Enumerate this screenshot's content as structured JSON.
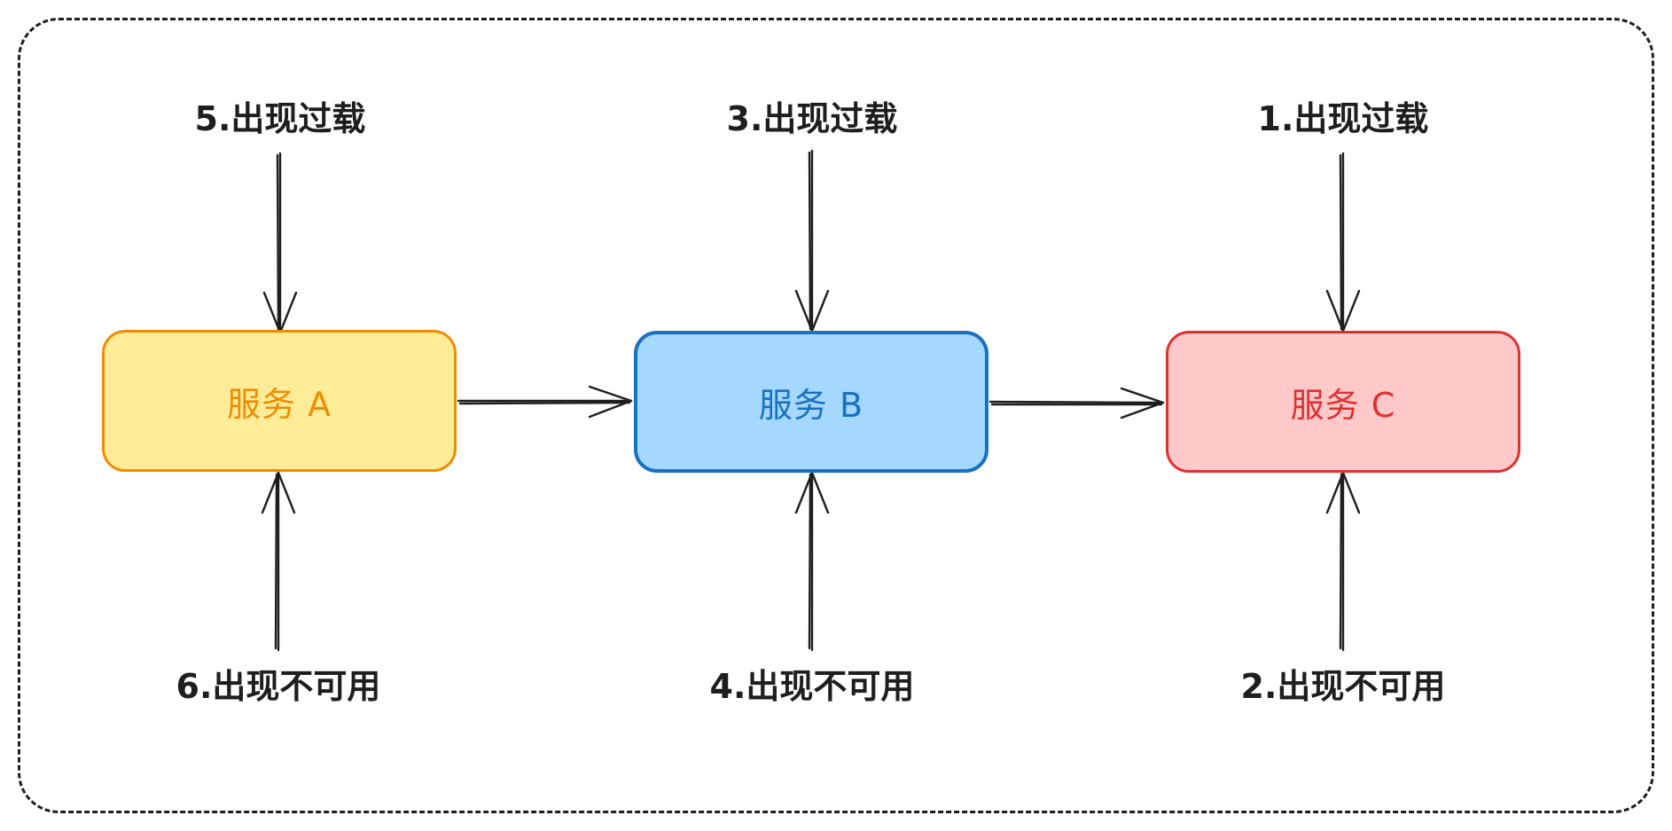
{
  "diagram": {
    "services": [
      {
        "id": "a",
        "label": "服务 A",
        "fill": "#ffec99",
        "stroke": "#f08c00"
      },
      {
        "id": "b",
        "label": "服务 B",
        "fill": "#a5d8ff",
        "stroke": "#1971c2"
      },
      {
        "id": "c",
        "label": "服务 C",
        "fill": "#ffc9c9",
        "stroke": "#e03131"
      }
    ],
    "overload_labels": {
      "a": "5.出现过载",
      "b": "3.出现过载",
      "c": "1.出现过载"
    },
    "unavailable_labels": {
      "a": "6.出现不可用",
      "b": "4.出现不可用",
      "c": "2.出现不可用"
    },
    "edges": [
      {
        "from": "a",
        "to": "b"
      },
      {
        "from": "b",
        "to": "c"
      }
    ],
    "line_color": "#1e1e1e",
    "frame_style": "dashed"
  }
}
